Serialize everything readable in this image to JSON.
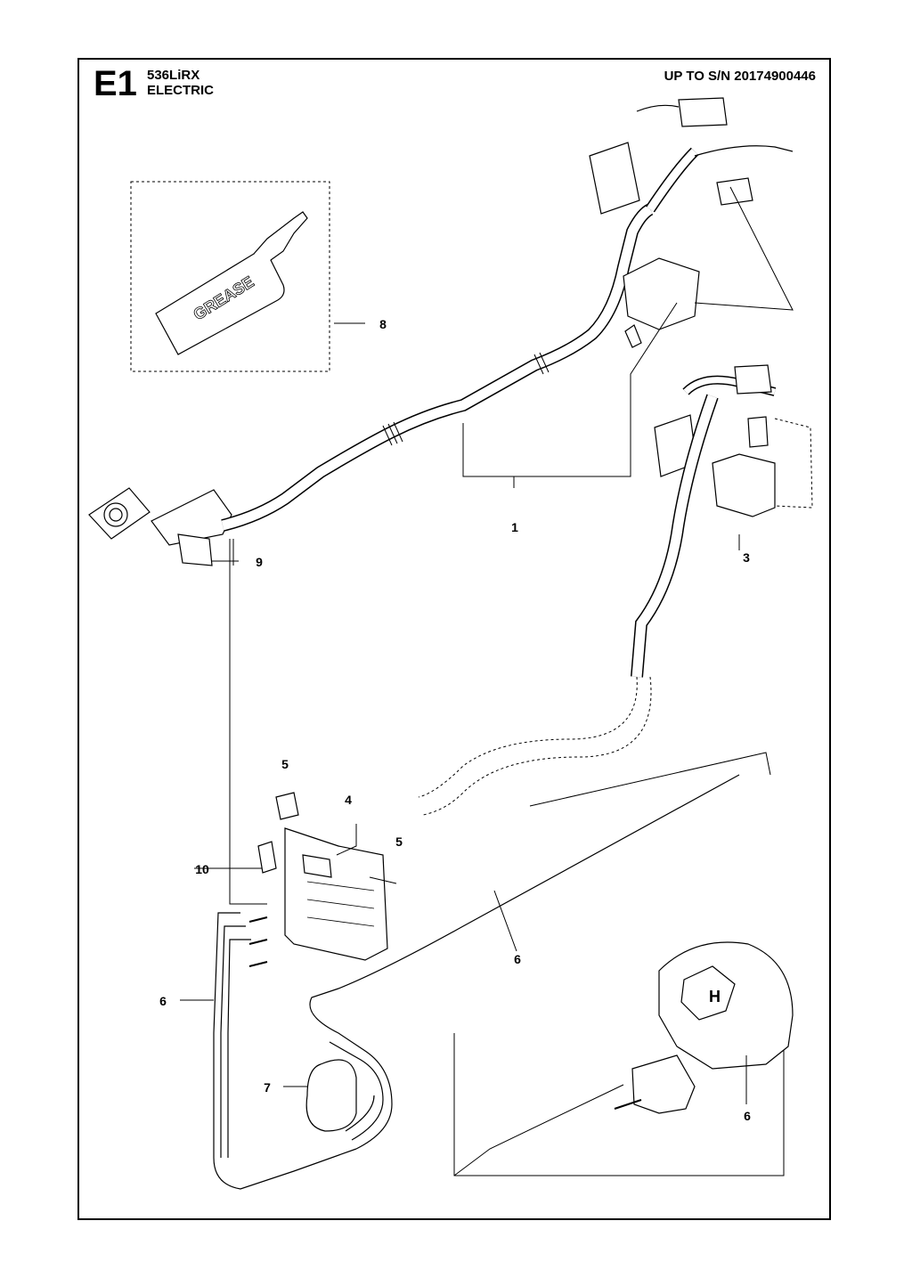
{
  "header": {
    "section_code": "E1",
    "model": "536LiRX",
    "section_name": "ELECTRIC",
    "serial_range": "UP TO S/N 20174900446"
  },
  "callouts": {
    "c1": "1",
    "c3": "3",
    "c4": "4",
    "c5a": "5",
    "c5b": "5",
    "c6a": "6",
    "c6b": "6",
    "c6c": "6",
    "c7": "7",
    "c8": "8",
    "c9": "9",
    "c10": "10"
  },
  "grease_label": "GREASE",
  "logo_text": "H"
}
